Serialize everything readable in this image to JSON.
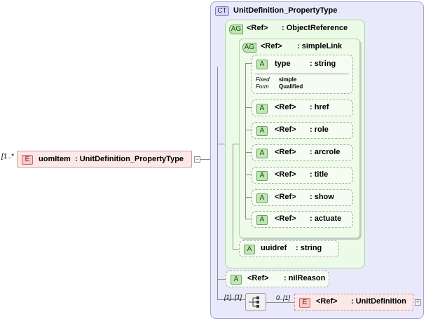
{
  "root_element": {
    "cardinality": "[1..*",
    "badge": "E",
    "name": "uomItem",
    "type": ": UnitDefinition_PropertyType"
  },
  "complex_type": {
    "badge": "CT",
    "name": "UnitDefinition_PropertyType"
  },
  "object_reference": {
    "badge": "AG",
    "ref": "<Ref>",
    "type": ": ObjectReference"
  },
  "simple_link": {
    "badge": "AG",
    "ref": "<Ref>",
    "type": ": simpleLink"
  },
  "type_attr": {
    "badge": "A",
    "name": "type",
    "type": ": string",
    "fixed_label": "Fixed",
    "fixed_value": "simple",
    "form_label": "Form",
    "form_value": "Qualified"
  },
  "link_attrs": [
    {
      "badge": "A",
      "ref": "<Ref>",
      "type": ": href"
    },
    {
      "badge": "A",
      "ref": "<Ref>",
      "type": ": role"
    },
    {
      "badge": "A",
      "ref": "<Ref>",
      "type": ": arcrole"
    },
    {
      "badge": "A",
      "ref": "<Ref>",
      "type": ": title"
    },
    {
      "badge": "A",
      "ref": "<Ref>",
      "type": ": show"
    },
    {
      "badge": "A",
      "ref": "<Ref>",
      "type": ": actuate"
    }
  ],
  "uuidref": {
    "badge": "A",
    "name": "uuidref",
    "type": ": string"
  },
  "nil_reason": {
    "badge": "A",
    "ref": "<Ref>",
    "type": ": nilReason"
  },
  "sequence": {
    "cardinality": "[1]..[1]",
    "child_cardinality": "0..[1]"
  },
  "unit_definition": {
    "badge": "E",
    "ref": "<Ref>",
    "type": ": UnitDefinition"
  }
}
